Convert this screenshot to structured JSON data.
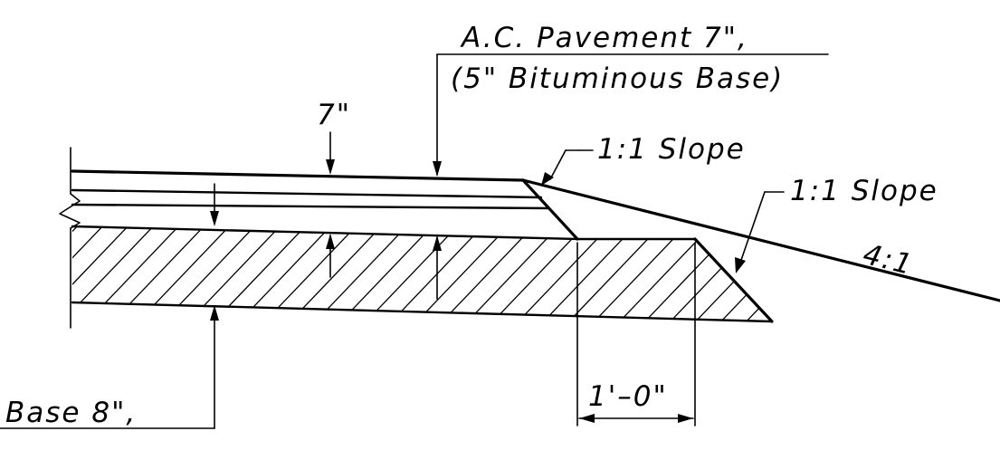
{
  "labels": {
    "ac_pavement": "A.C. Pavement 7\",",
    "bituminous_base": "(5\" Bituminous Base)",
    "dim_7": "7\"",
    "slope_1": "1:1 Slope",
    "slope_2": "1:1 Slope",
    "slope_4_1": "4:1",
    "dim_1_0": "1'–0\"",
    "base_8": "Base 8\","
  }
}
